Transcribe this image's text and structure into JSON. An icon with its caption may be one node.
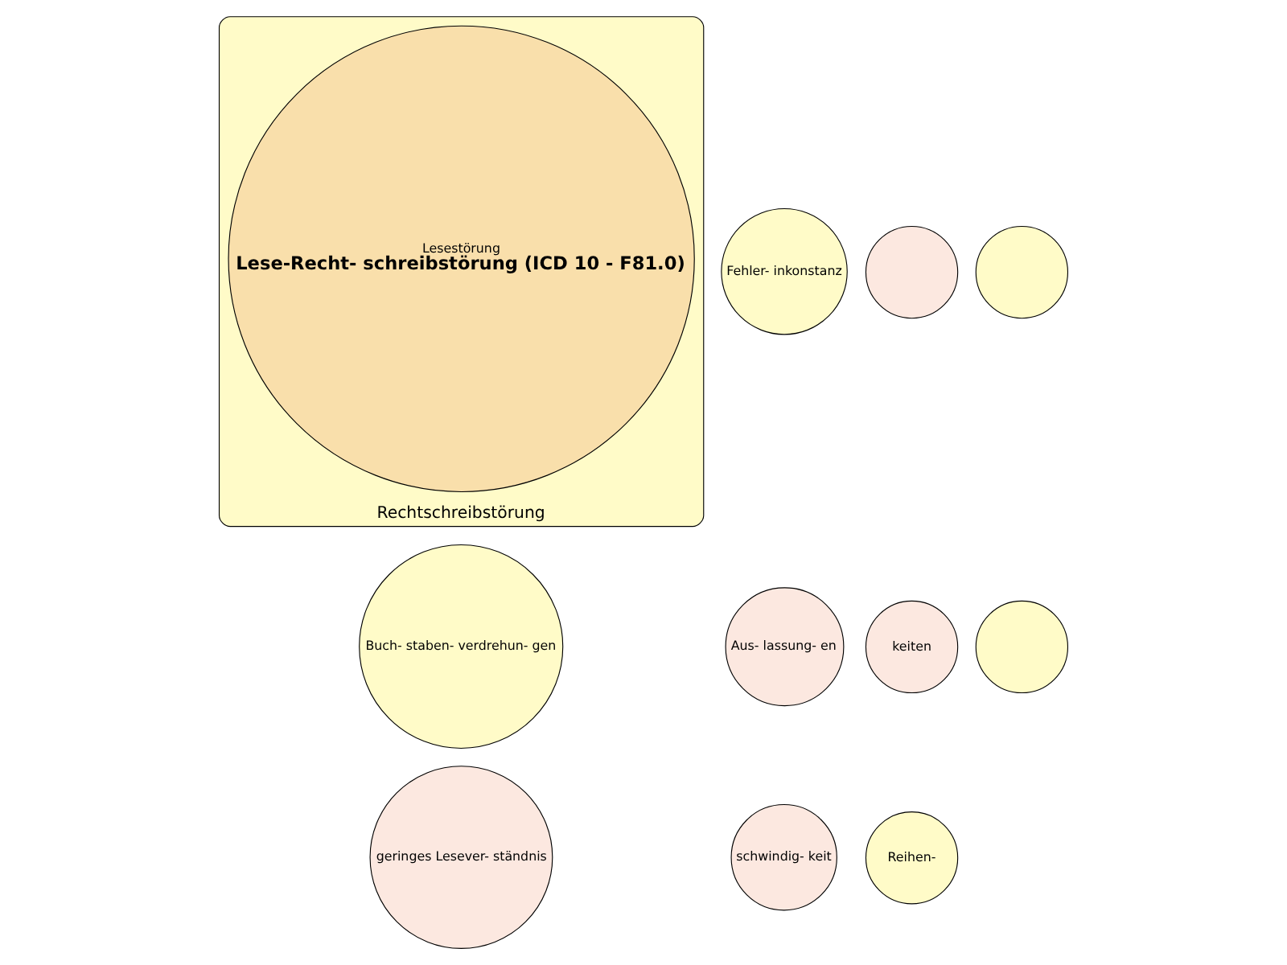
{
  "diagram": {
    "nodes": [
      {
        "text": [
          "Rechtschreibstörung"
        ]
      },
      {
        "text": [
          "Lesestörung",
          "Lese-Recht- schreibstörung (ICD 10 - F81.0)"
        ],
        "in": 0
      },
      {
        "text": [
          "schwindig- keit"
        ]
      },
      {
        "text": [],
        "shape": "circle"
      },
      {
        "text": [
          "keiten"
        ]
      },
      {
        "text": [
          "Aus- lassung- en"
        ]
      },
      {
        "text": [
          "geringes Lesever- ständnis"
        ]
      },
      {
        "text": [
          "Buch- staben- verdrehun- gen"
        ]
      },
      {
        "text": [
          "Fehler- inkonstanz"
        ]
      },
      {
        "text": [
          "Reihen-"
        ]
      },
      {
        "text": [],
        "shape": "circle"
      },
      {
        "text": [],
        "shape": "circle"
      }
    ]
  }
}
